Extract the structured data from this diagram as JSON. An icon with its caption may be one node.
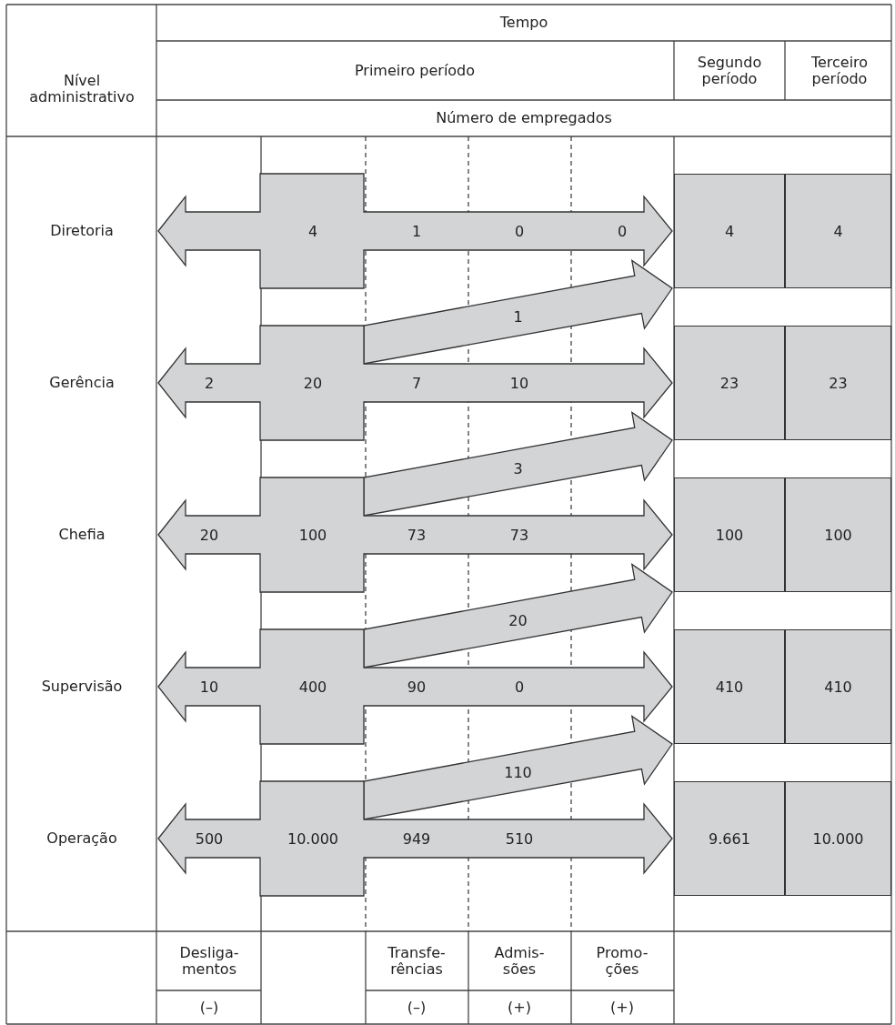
{
  "diagram": {
    "nodes": [
      {
        "text": [
          "4",
          "1",
          "0",
          "0"
        ]
      },
      {
        "text": [
          "4"
        ]
      },
      {
        "text": [
          "4"
        ]
      },
      {
        "text": [
          "2",
          "20",
          "7",
          "10"
        ]
      },
      {
        "text": [
          "23"
        ]
      },
      {
        "text": [
          "23"
        ]
      },
      {
        "text": [
          "20",
          "100",
          "73",
          "73"
        ]
      },
      {
        "text": [
          "100"
        ]
      },
      {
        "text": [
          "100"
        ]
      },
      {
        "text": [
          "10",
          "400",
          "90",
          "0"
        ]
      },
      {
        "text": [
          "410"
        ]
      },
      {
        "text": [
          "410"
        ]
      },
      {
        "text": [
          "500",
          "10.000",
          "949",
          "510"
        ]
      },
      {
        "text": [
          "9.661"
        ]
      },
      {
        "text": [
          "10.000"
        ]
      }
    ],
    "edges": [
      {
        "from": 3,
        "to": 1,
        "arrow": "to",
        "label": "1"
      },
      {
        "from": 6,
        "to": 4,
        "arrow": "to",
        "label": "3"
      },
      {
        "from": 9,
        "to": 7,
        "arrow": "to",
        "label": "20"
      },
      {
        "from": 12,
        "to": 10,
        "arrow": "to",
        "label": "110"
      }
    ],
    "labels": [
      "Tempo",
      "Nível administrativo",
      "Primeiro período",
      "Segundo período",
      "Terceiro período",
      "Número de empregados",
      "Diretoria",
      "Gerência",
      "Chefia",
      "Supervisão",
      "Operação",
      "Desliga- mentos",
      "Transfe- rências",
      "Admis- sões",
      "Promo- ções",
      "(–)",
      "(–)",
      "(+)",
      "(+)"
    ]
  }
}
